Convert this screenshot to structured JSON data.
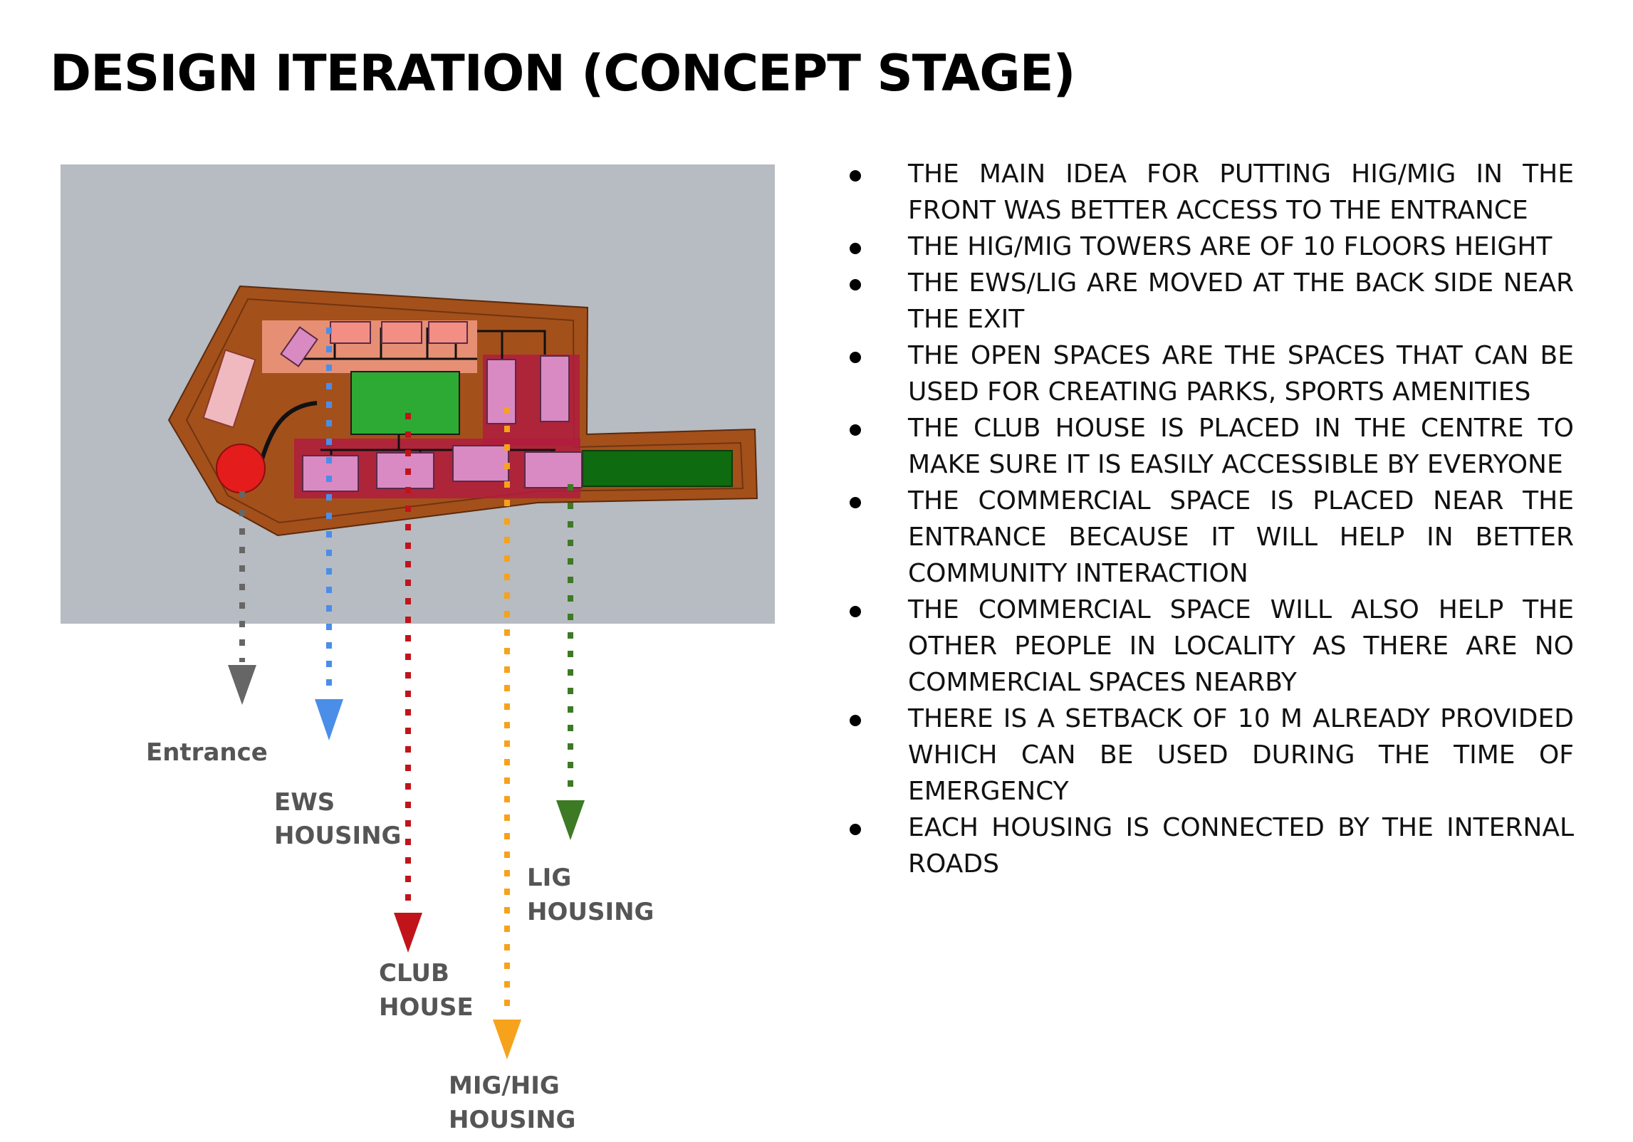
{
  "page": {
    "title": "DESIGN ITERATION (CONCEPT STAGE)"
  },
  "diagram": {
    "colors": {
      "background_panel": "#b7bbc2",
      "site": "#a4501b",
      "ews_zone": "#f39a84",
      "lig_zone": "#b01c3e",
      "open_space": "#2caa34",
      "commercial_strip": "#0f6b10",
      "tower": "#d98ac2",
      "entrance_circle": "#e41c1c"
    },
    "legend": [
      {
        "id": "entrance",
        "lines": [
          "Entrance"
        ],
        "color": "#666666"
      },
      {
        "id": "ews",
        "lines": [
          "EWS",
          "HOUSING"
        ],
        "color": "#4a8ee8"
      },
      {
        "id": "club",
        "lines": [
          "CLUB",
          "HOUSE"
        ],
        "color": "#c0141a"
      },
      {
        "id": "mighig",
        "lines": [
          "MIG/HIG",
          "HOUSING"
        ],
        "color": "#f7a21b"
      },
      {
        "id": "lig",
        "lines": [
          "LIG",
          "HOUSING"
        ],
        "color": "#3d7a24"
      }
    ]
  },
  "notes": [
    "THE MAIN IDEA FOR PUTTING HIG/MIG IN THE FRONT WAS BETTER ACCESS TO THE ENTRANCE",
    "THE HIG/MIG TOWERS ARE OF 10 FLOORS HEIGHT",
    "THE EWS/LIG ARE MOVED AT THE BACK SIDE NEAR THE EXIT",
    "THE OPEN SPACES ARE THE SPACES THAT CAN BE USED FOR CREATING PARKS, SPORTS AMENITIES",
    "THE CLUB HOUSE IS PLACED IN THE CENTRE TO MAKE SURE IT IS EASILY ACCESSIBLE BY EVERYONE",
    "THE COMMERCIAL SPACE IS PLACED NEAR THE ENTRANCE BECAUSE IT WILL HELP IN BETTER COMMUNITY INTERACTION",
    "THE COMMERCIAL SPACE WILL ALSO HELP THE OTHER PEOPLE IN LOCALITY AS THERE ARE NO COMMERCIAL SPACES NEARBY",
    "THERE IS A SETBACK OF 10 M ALREADY PROVIDED WHICH CAN BE USED DURING THE TIME OF EMERGENCY",
    "EACH HOUSING IS CONNECTED BY THE INTERNAL ROADS"
  ]
}
